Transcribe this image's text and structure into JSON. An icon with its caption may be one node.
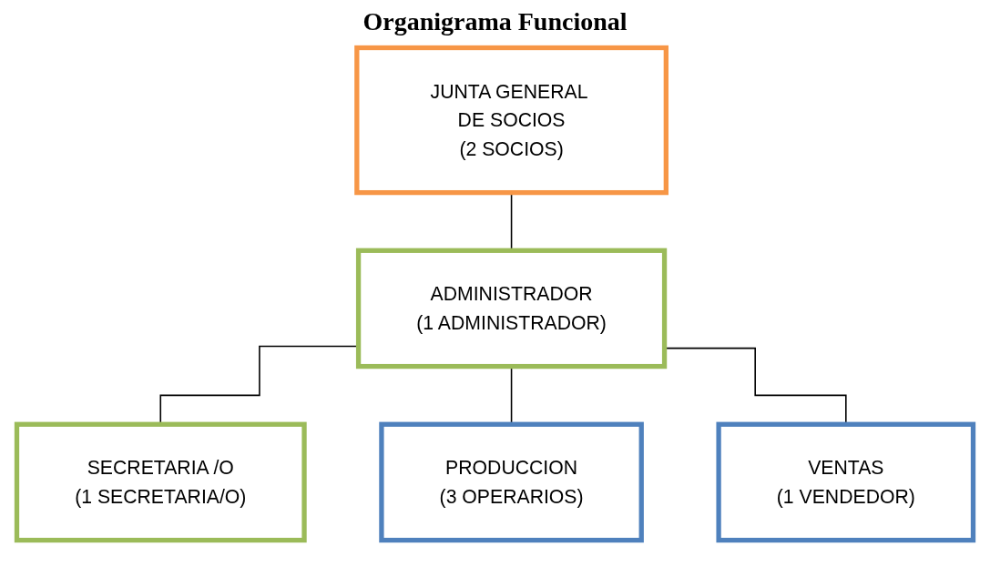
{
  "diagram": {
    "title": "Organigrama Funcional",
    "nodes": [
      {
        "text": [
          "JUNTA GENERAL DE SOCIOS",
          "(2 SOCIOS)"
        ]
      },
      {
        "text": [
          "ADMINISTRADOR",
          "(1 ADMINISTRADOR)"
        ]
      },
      {
        "text": [
          "SECRETARIA /O",
          "(1 SECRETARIA/O)"
        ]
      },
      {
        "text": [
          "PRODUCCION",
          "(3 OPERARIOS)"
        ]
      },
      {
        "text": [
          "VENTAS",
          "(1 VENDEDOR)"
        ]
      }
    ],
    "edges": [
      {
        "from": 0,
        "to": 1,
        "arrow": "none"
      },
      {
        "from": 1,
        "to": 2,
        "arrow": "none"
      },
      {
        "from": 1,
        "to": 3,
        "arrow": "none"
      },
      {
        "from": 1,
        "to": 4,
        "arrow": "none"
      }
    ]
  }
}
